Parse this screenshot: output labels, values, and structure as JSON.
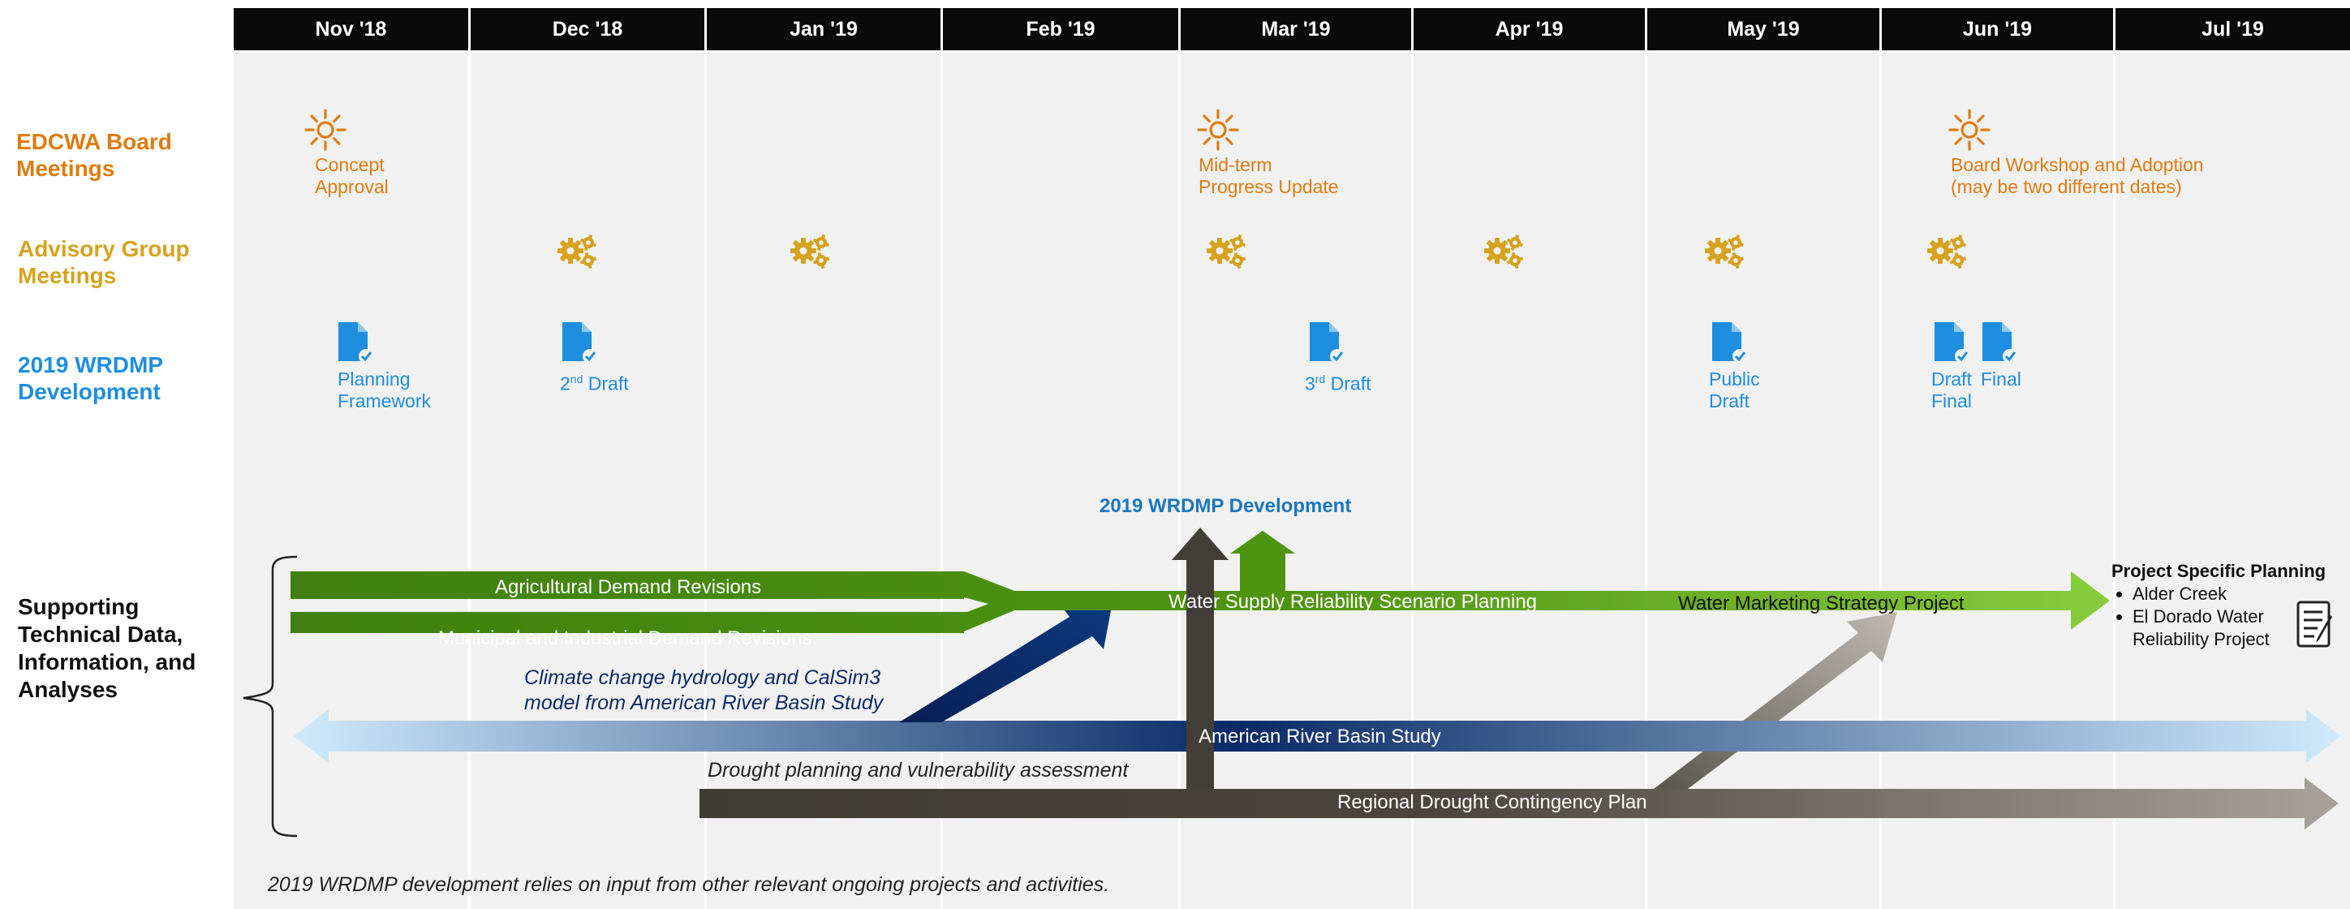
{
  "months": [
    "Nov '18",
    "Dec '18",
    "Jan '19",
    "Feb '19",
    "Mar '19",
    "Apr '19",
    "May '19",
    "Jun '19",
    "Jul '19"
  ],
  "row_labels": {
    "board": "EDCWA Board Meetings",
    "advisory": "Advisory Group Meetings",
    "wrdmp": "2019 WRDMP Development",
    "supporting": "Supporting Technical Data, Information, and Analyses"
  },
  "board_events": [
    {
      "line1": "Concept",
      "line2": "Approval"
    },
    {
      "line1": "Mid-term",
      "line2": "Progress Update"
    },
    {
      "line1": "Board Workshop and Adoption",
      "line2": "(may be two different dates)"
    }
  ],
  "wrdmp_events": [
    {
      "line1": "Planning",
      "line2": "Framework"
    },
    {
      "num": "2",
      "sup": "nd",
      "rest": " Draft"
    },
    {
      "num": "3",
      "sup": "rd",
      "rest": " Draft"
    },
    {
      "line1": "Public",
      "line2": "Draft"
    },
    {
      "line1": "Draft",
      "line2": "Final"
    },
    {
      "line1": "Final"
    }
  ],
  "arrows": {
    "wrdmp_dev": "2019 WRDMP Development",
    "ag": "Agricultural Demand Revisions",
    "mi": "Municipal and Industrial Demand Revisions",
    "wsr": "Water Supply Reliability Scenario Planning",
    "wmsp": "Water Marketing Strategy Project",
    "climate_line1": "Climate change hydrology and CalSim3",
    "climate_line2": "model from American River Basin Study",
    "arbs": "American River Basin Study",
    "drought": "Drought planning and vulnerability assessment",
    "rdcp": "Regional Drought Contingency Plan"
  },
  "project_specific": {
    "title": "Project Specific Planning",
    "items": [
      "Alder Creek",
      "El Dorado Water Reliability Project"
    ]
  },
  "footnote": "2019 WRDMP development relies on input from other relevant ongoing projects and activities.",
  "colors": {
    "board": "#e07b10",
    "advisory": "#d6a21e",
    "wrdmp": "#1e8ee0",
    "green": "#4f9410",
    "navy": "#0b2a66",
    "dark": "#423f39"
  },
  "icons": {
    "board": "sun-icon",
    "advisory": "gears-icon",
    "wrdmp": "document-check-icon",
    "project": "checklist-icon"
  }
}
